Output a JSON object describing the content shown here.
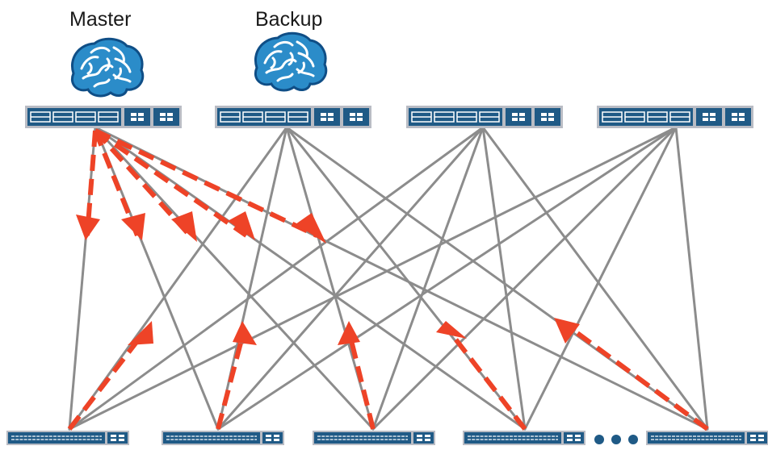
{
  "labels": {
    "master": "Master",
    "backup": "Backup"
  },
  "colors": {
    "link": "#8c8c8c",
    "control_flow": "#ee4327",
    "switch_body": "#1f5a86",
    "switch_frame": "#b9bcc4",
    "brain_fill": "#2b8cc9",
    "brain_stroke": "#0f4e86",
    "ellipsis": "#1f5a86"
  },
  "icons": {
    "brain": "brain-icon",
    "switch": "network-switch-icon"
  },
  "spine_count": 4,
  "leaf_count": 5,
  "leaf_overflow_indicator": true
}
